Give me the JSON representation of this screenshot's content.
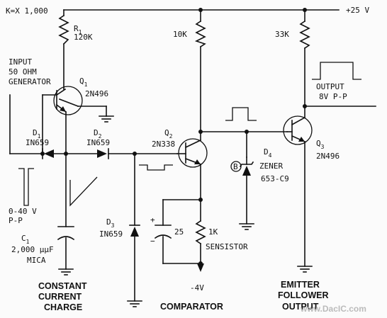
{
  "title": {
    "k_factor": "K=X 1,000",
    "supply": "+25 V"
  },
  "input": {
    "line1": "INPUT",
    "line2": "50 OHM",
    "line3": "GENERATOR",
    "range1": "0-40 V",
    "range2": "P-P"
  },
  "components": {
    "r1": {
      "ref": "R",
      "sub": "1",
      "value": "120K"
    },
    "q1": {
      "ref": "Q",
      "sub": "1",
      "part": "2N496"
    },
    "d1": {
      "ref": "D",
      "sub": "1",
      "part": "IN659"
    },
    "d2": {
      "ref": "D",
      "sub": "2",
      "part": "IN659"
    },
    "d3": {
      "ref": "D",
      "sub": "3",
      "part": "IN659"
    },
    "c1": {
      "ref": "C",
      "sub": "1",
      "value": "2,000 µµF",
      "type": "MICA"
    },
    "q2": {
      "ref": "Q",
      "sub": "2",
      "part": "2N338"
    },
    "r_10k": {
      "value": "10K"
    },
    "r_33k": {
      "value": "33K"
    },
    "cap25": {
      "value": "25"
    },
    "sensistor": {
      "value": "1K",
      "type": "SENSISTOR"
    },
    "d4": {
      "ref": "D",
      "sub": "4",
      "type": "ZENER",
      "part": "653-C9",
      "node": "B"
    },
    "q3": {
      "ref": "Q",
      "sub": "3",
      "part": "2N496"
    }
  },
  "output": {
    "line1": "OUTPUT",
    "line2": "8V P-P"
  },
  "neg_supply": "-4V",
  "sections": {
    "constant_current": {
      "line1": "CONSTANT",
      "line2": "CURRENT",
      "line3": "CHARGE"
    },
    "comparator": "COMPARATOR",
    "emitter_follower": {
      "line1": "EMITTER",
      "line2": "FOLLOWER",
      "line3": "OUTPUT"
    }
  },
  "watermark": "www.DacIC.com",
  "colors": {
    "ink": "#111111",
    "paper": "#fbfbfb"
  }
}
